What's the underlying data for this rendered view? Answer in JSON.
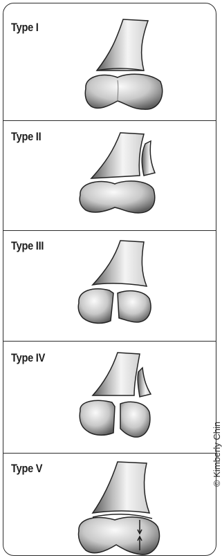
{
  "panels": [
    {
      "label": "Type I"
    },
    {
      "label": "Type II"
    },
    {
      "label": "Type III"
    },
    {
      "label": "Type IV"
    },
    {
      "label": "Type V"
    }
  ],
  "credit": "© Kimberly Chin",
  "colors": {
    "border": "#2b2b2b",
    "bone_light": "#f2f2f2",
    "bone_mid": "#b8b8b8",
    "bone_dark": "#4a4a4a"
  }
}
